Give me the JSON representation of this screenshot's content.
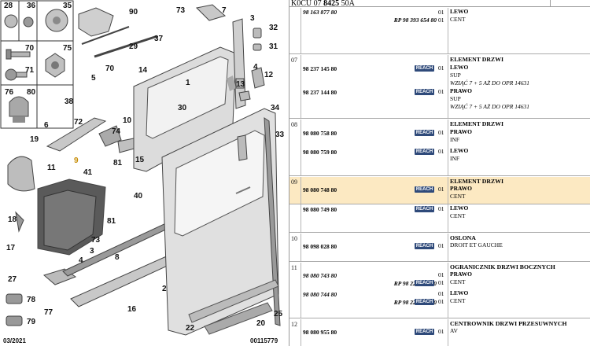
{
  "header": {
    "ref_prefix": "K0CU 07",
    "ref_bold": "8425",
    "ref_suffix": "50A"
  },
  "diagram": {
    "labels": [
      "28",
      "36",
      "35",
      "90",
      "73",
      "7",
      "3",
      "70",
      "75",
      "37",
      "71",
      "70",
      "5",
      "29",
      "14",
      "32",
      "76",
      "80",
      "31",
      "4",
      "6",
      "38",
      "72",
      "13",
      "12",
      "1",
      "30",
      "10",
      "74",
      "34",
      "19",
      "9",
      "33",
      "11",
      "81",
      "15",
      "41",
      "40",
      "18",
      "17",
      "81",
      "27",
      "73",
      "3",
      "8",
      "4",
      "2",
      "78",
      "79",
      "77",
      "16",
      "25",
      "22",
      "20"
    ],
    "date": "03/2021",
    "code": "00115779"
  },
  "brand_badge": "REACH",
  "groups": [
    {
      "num": "",
      "lines": [
        {
          "part": "98 163 877 80",
          "rp": "",
          "qty": "01",
          "side": "LEWO",
          "pos": "",
          "note": ""
        },
        {
          "part": "",
          "rp": "RP 98 393 654 80",
          "qty": "01",
          "side": "",
          "pos": "CENT",
          "note": ""
        }
      ]
    },
    {
      "num": "07",
      "title": "ELEMENT DRZWI",
      "lines": [
        {
          "part": "98 237 145 80",
          "qty": "01",
          "side": "LEWO",
          "pos": "SUP",
          "note": "WZIĄĆ 7 + 5 AŻ DO OPR 14631"
        },
        {
          "part": "98 237 144 80",
          "qty": "01",
          "side": "PRAWO",
          "pos": "SUP",
          "note": "WZIĄĆ 7 + 5 AŻ DO OPR 14631"
        }
      ]
    },
    {
      "num": "08",
      "title": "ELEMENT DRZWI",
      "lines": [
        {
          "part": "98 080 758 80",
          "qty": "01",
          "side": "PRAWO",
          "pos": "INF"
        },
        {
          "part": "98 080 759 80",
          "qty": "01",
          "side": "LEWO",
          "pos": "INF"
        }
      ]
    },
    {
      "num": "09",
      "title": "ELEMENT DRZWI",
      "lines": [
        {
          "part": "98 080 748 80",
          "qty": "01",
          "side": "PRAWO",
          "pos": "CENT"
        },
        {
          "part": "98 080 749 80",
          "qty": "01",
          "side": "LEWO",
          "pos": "CENT"
        }
      ]
    },
    {
      "num": "10",
      "title": "OSLONA",
      "lines": [
        {
          "part": "98 098 028 80",
          "qty": "01",
          "side": "",
          "pos": "DROIT ET GAUCHE"
        }
      ]
    },
    {
      "num": "11",
      "title": "OGRANICZNIK DRZWI BOCZNYCH",
      "lines": [
        {
          "part": "98 080 743 80",
          "qty": "01",
          "side": "PRAWO",
          "pos": ""
        },
        {
          "part": "",
          "rp": "RP 98 229 300 80",
          "qty": "01",
          "side": "",
          "pos": "CENT"
        },
        {
          "part": "98 080 744 80",
          "qty": "01",
          "side": "LEWO",
          "pos": ""
        },
        {
          "part": "",
          "rp": "RP 98 229 301 80",
          "qty": "01",
          "side": "",
          "pos": "CENT"
        }
      ]
    },
    {
      "num": "12",
      "title": "CENTROWNIK DRZWI PRZESUWNYCH",
      "lines": [
        {
          "part": "98 080 955 80",
          "qty": "01",
          "side": "",
          "pos": "AV"
        }
      ]
    }
  ]
}
